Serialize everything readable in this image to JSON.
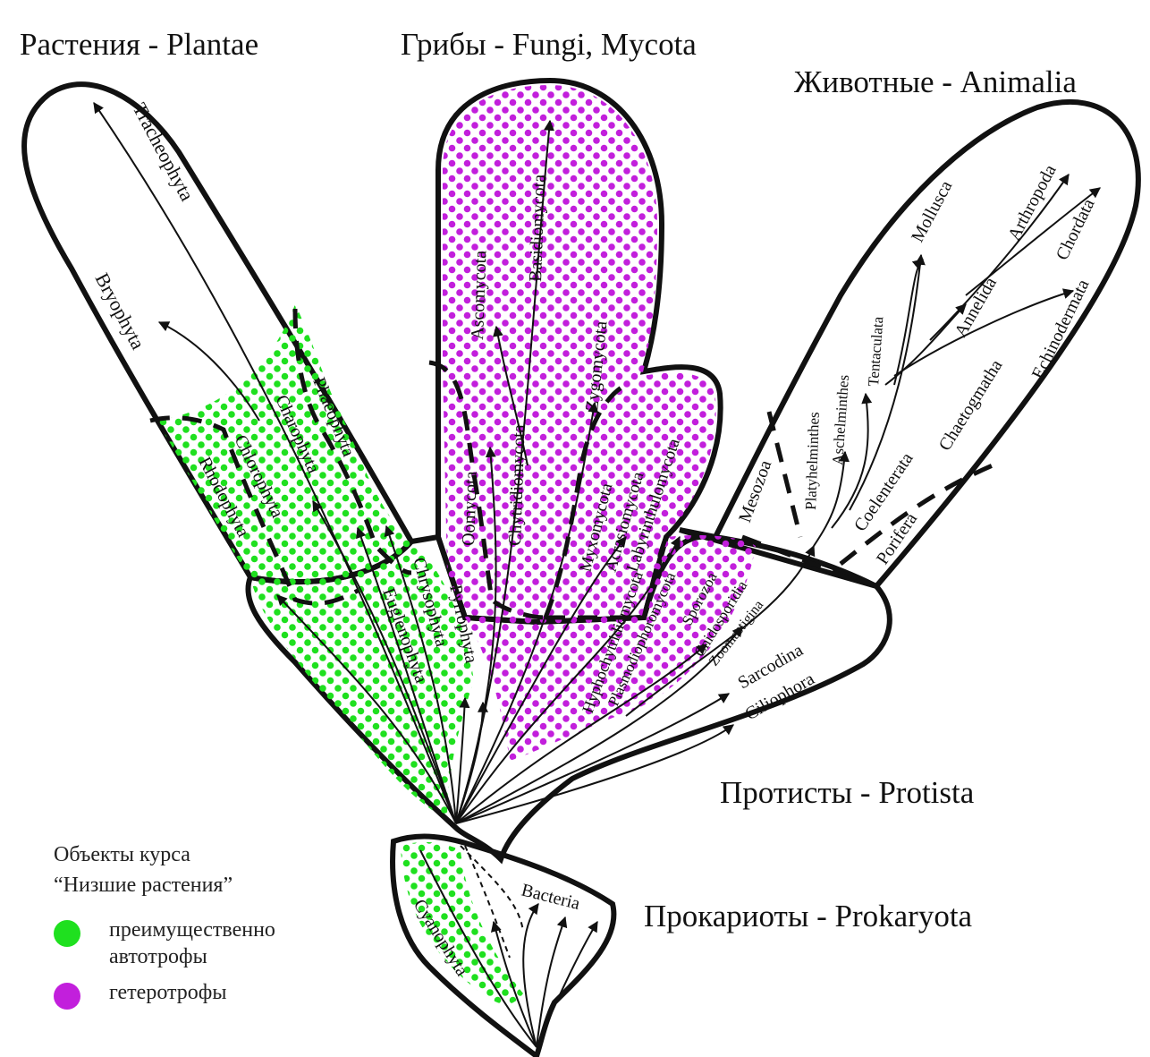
{
  "kingdoms": {
    "plantae": "Растения - Plantae",
    "fungi": "Грибы - Fungi, Mycota",
    "animalia": "Животные - Animalia",
    "protista": "Протисты - Protista",
    "prokaryota": "Прокариоты - Prokaryota"
  },
  "legend": {
    "title_line1": "Объекты курса",
    "title_line2": "“Низшие растения”",
    "autotroph_line1": "преимущественно",
    "autotroph_line2": "автотрофы",
    "heterotroph": "гетеротрофы"
  },
  "colors": {
    "autotroph": "#1fe01f",
    "heterotroph": "#c21fdc",
    "outline": "#111111"
  },
  "taxa": {
    "tracheophyta": "Tracheophyta",
    "bryophyta": "Bryophyta",
    "phaeophyta": "Phaeophyta",
    "charophyta": "Charophyta",
    "chlorophyta": "Chlorophyta",
    "rhodophyta": "Rhodophyta",
    "euglenophyta": "Euglenophyta",
    "chrysophyta": "Chrysophyta",
    "pyrrophyta": "Pyrrophyta",
    "oomycota": "Oomycota",
    "ascomycota": "Ascomycota",
    "chytridiomycota": "Chytridiomycota",
    "basidiomycota": "Basidiomycota",
    "zygomycota": "Zygomycota",
    "myxomycota": "Myxomycota",
    "acrasiomycota": "Acrasiomycota",
    "labyrinthulomycota": "Labyrinthulomycota",
    "hyphochytridiomycota": "Hyphochytridiomycota",
    "plasmodiophoromycota": "Plasmodiophoromycota",
    "sporozoa": "Sporozoa",
    "cnidosporidia": "Cnidosporidia",
    "zoomastigina": "Zoomastigina",
    "sarcodina": "Sarcodina",
    "ciliophora": "Ciliophora",
    "mesozoa": "Mesozoa",
    "platyhelminthes": "Platyhelminthes",
    "aschelminthes": "Aschelminthes",
    "tentaculata": "Tentaculata",
    "coelenterata": "Coelenterata",
    "porifera": "Porifera",
    "chaetognatha": "Chaetogmatha",
    "annelida": "Annelida",
    "mollusca": "Mollusca",
    "arthropoda": "Arthropoda",
    "chordata": "Chordata",
    "echinodermata": "Echinodermata",
    "bacteria": "Bacteria",
    "cyanophyta": "Cyanophyta"
  }
}
